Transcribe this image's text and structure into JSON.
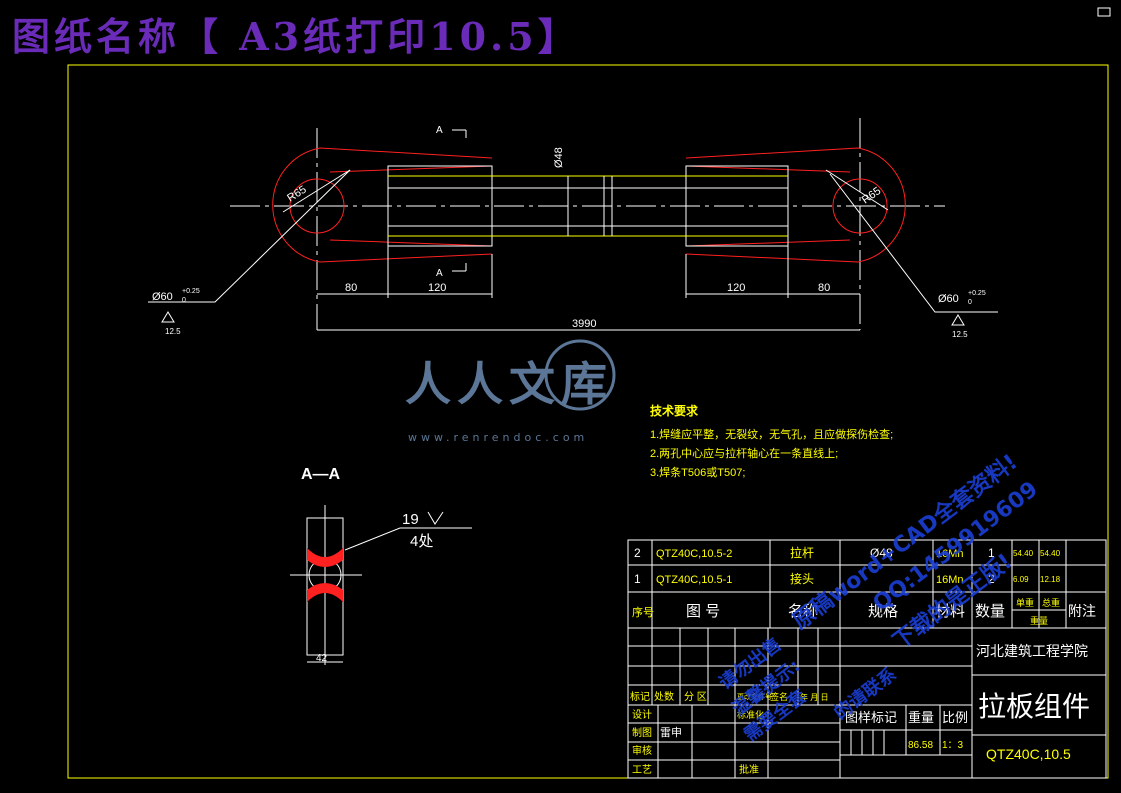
{
  "header": {
    "title": "图纸名称【 A3纸打印10.5】"
  },
  "drawing": {
    "section_marker": "A",
    "diameter_center": "Ø48",
    "radius_left": "R65",
    "radius_right": "R65",
    "hole_left": "Ø60",
    "hole_right": "Ø60",
    "hole_sup": "+0.25",
    "hole_sub": "0",
    "roughness": "12.5",
    "dim_80_left": "80",
    "dim_120_left": "120",
    "dim_120_right": "120",
    "dim_80_right": "80",
    "dim_total": "3990",
    "section_title": "A—A",
    "weld_size": "19",
    "weld_count": "4处",
    "width_42": "42"
  },
  "tech_requirements": {
    "title": "技术要求",
    "items": [
      "1.焊缝应平整，无裂纹，无气孔，且应做探伤检查;",
      "2.两孔中心应与拉杆轴心在一条直线上;",
      "3.焊条T506或T507;"
    ]
  },
  "parts_list": {
    "rows": [
      {
        "seq": "2",
        "drawing_no": "QTZ40C,10.5-2",
        "name": "拉杆",
        "spec": "Ø48",
        "material": "16Mn",
        "qty": "1",
        "unit_weight": "54.40",
        "total_weight": "54.40"
      },
      {
        "seq": "1",
        "drawing_no": "QTZ40C,10.5-1",
        "name": "接头",
        "spec": "",
        "material": "16Mn",
        "qty": "2",
        "unit_weight": "6.09",
        "total_weight": "12.18"
      }
    ],
    "headers": {
      "seq": "序号",
      "drawing_no": "图 号",
      "name": "名称",
      "spec": "规格",
      "material": "材料",
      "qty": "数量",
      "unit_weight": "单重",
      "total_weight": "总重",
      "weight": "重量",
      "remark": "附注"
    }
  },
  "title_block": {
    "school": "河北建筑工程学院",
    "drawing_title": "拉板组件",
    "drawing_number": "QTZ40C,10.5",
    "stage_label": "图样标记",
    "weight_label": "重量",
    "scale_label": "比例",
    "weight_value": "86.58",
    "scale_value": "1：3",
    "rev_labels": [
      "标记",
      "处数",
      "分 区",
      "更改文件号",
      "签名",
      "年 月 日"
    ],
    "sign_labels": [
      "设计",
      "标准化",
      "制图",
      "审核",
      "工艺",
      "批准"
    ],
    "drawn_by": "雷申"
  },
  "watermark": {
    "logo": "人人文库",
    "url": "www.renrendoc.com",
    "lines": [
      "原稿word+CAD全套资料!",
      "QQ:1459919609",
      "下载的是正版!"
    ],
    "overlay": [
      "请勿出售",
      "温馨提示:",
      "需要全套",
      "的请联系"
    ]
  },
  "colors": {
    "frame": "#ffff00",
    "red": "#ff2020",
    "title": "#6a2bb8",
    "watermark": "#1a3fd4"
  }
}
